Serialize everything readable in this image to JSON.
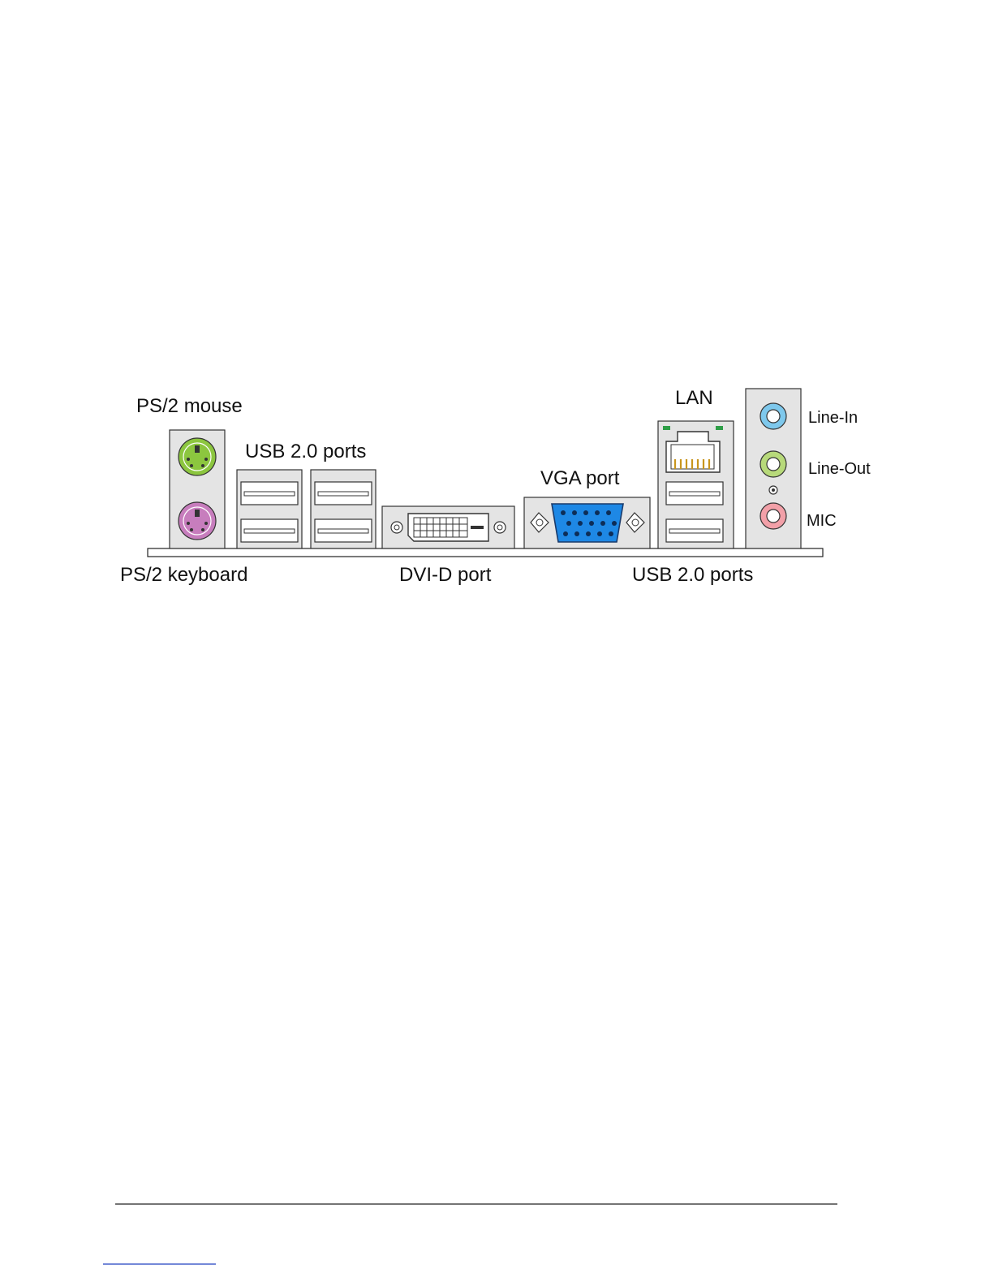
{
  "labels": {
    "ps2_mouse": "PS/2 mouse",
    "ps2_keyboard": "PS/2 keyboard",
    "usb_ports_left": "USB 2.0 ports",
    "usb_ports_right": "USB 2.0 ports",
    "dvi": "DVI-D port",
    "vga": "VGA port",
    "lan": "LAN",
    "line_in": "Line-In",
    "line_out": "Line-Out",
    "mic": "MIC"
  },
  "colors": {
    "ps2_mouse": "#8cc63f",
    "ps2_keyboard": "#c77dbd",
    "vga": "#1e88e5",
    "line_in": "#7ec8ec",
    "line_out": "#b7d97a",
    "mic": "#f2a0a8",
    "lan_led": "#2e9e47",
    "lan_contacts": "#c8961e",
    "panel": "#e4e4e4"
  }
}
